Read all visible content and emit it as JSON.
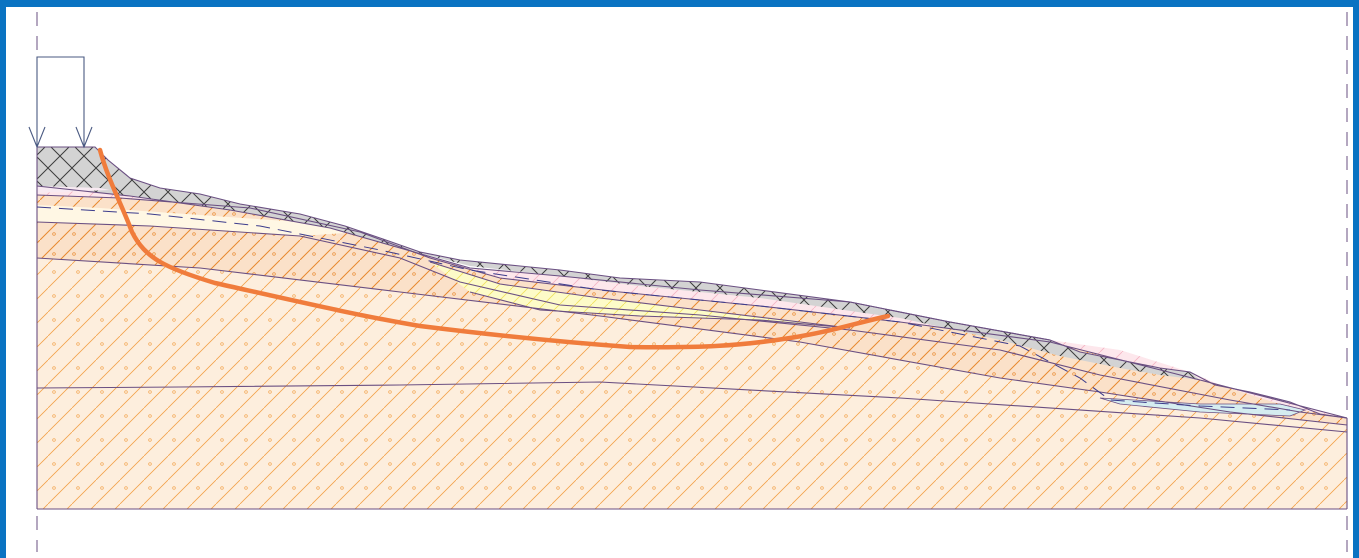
{
  "colors": {
    "frame": "#0a73c2",
    "boundary": "#6a4f82",
    "slip_surface": "#f07c3c",
    "fill_gray": "#d3d3d3",
    "soil_light_orange": "#fdeedd",
    "soil_orange": "#fbe1c9",
    "soil_pink": "#fde7ec",
    "soil_yellow": "#fdfbc8",
    "soil_cream": "#fff7e4",
    "soil_cyan": "#d5edf0",
    "hatch_orange": "#f2a24a",
    "water_table": "#3c3c8c",
    "load_arrow": "#4a5a82"
  },
  "icons": {
    "load": "surcharge-load-arrows",
    "slip": "critical-slip-surface",
    "hatch_cross": "crosshatch-pattern",
    "hatch_diag": "diagonal-hatch-pattern"
  }
}
